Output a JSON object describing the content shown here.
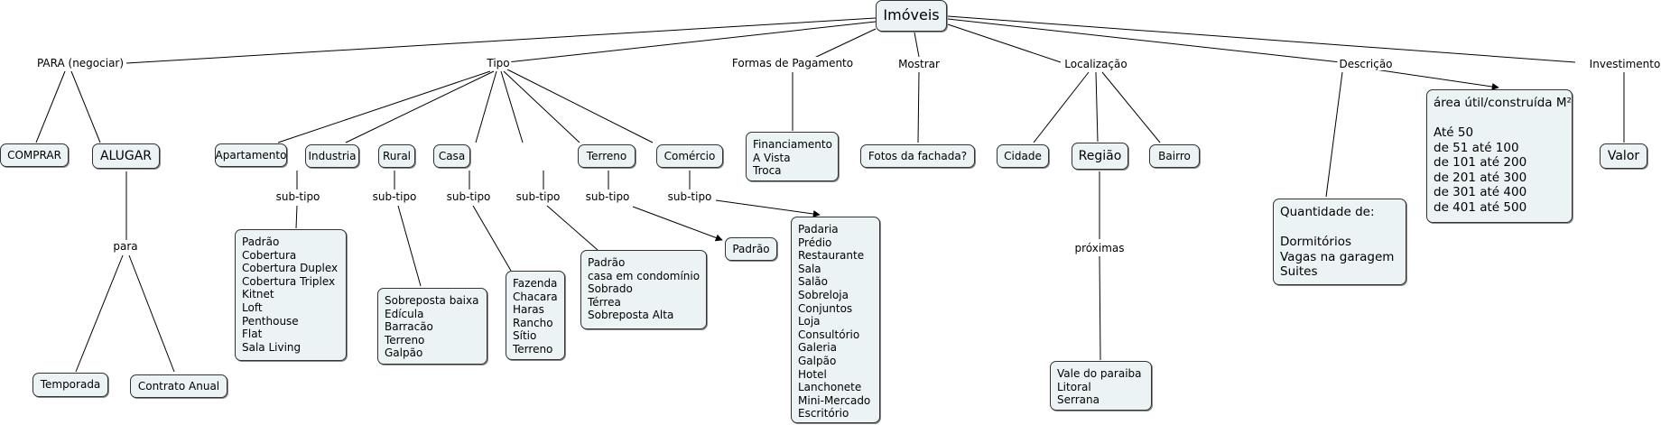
{
  "root": "Imóveis",
  "links": {
    "para_negociar": "PARA (negociar)",
    "tipo": "Tipo",
    "formas_pagamento": "Formas de Pagamento",
    "mostrar": "Mostrar",
    "localizacao": "Localização",
    "descricao": "Descrição",
    "investimento": "Investimento",
    "para": "para",
    "proximas": "próximas",
    "subtipo": "sub-tipo"
  },
  "negociar": {
    "comprar": "COMPRAR",
    "alugar": "ALUGAR",
    "temporada": "Temporada",
    "contrato_anual": "Contrato Anual"
  },
  "tipos": {
    "apartamento": "Apartamento",
    "industria": "Industria",
    "rural": "Rural",
    "casa": "Casa",
    "terreno": "Terreno",
    "comercio": "Comércio"
  },
  "subtipos": {
    "apartamento": "Padrão\nCobertura\nCobertura Duplex\nCobertura Triplex\nKitnet\nLoft\nPenthouse\nFlat\nSala Living",
    "industria": "Sobreposta baixa\nEdícula\nBarracão\nTerreno\nGalpão",
    "rural": "Fazenda\nChacara\nHaras\nRancho\nSítio\nTerreno",
    "casa": "Padrão\ncasa em condomínio\nSobrado\nTérrea\nSobreposta Alta",
    "terreno": "Padrão",
    "comercio": "Padaria\nPrédio\nRestaurante\nSala\nSalão\nSobreloja\nConjuntos\nLoja\nConsultório\nGaleria\nGalpão\nHotel\nLanchonete\nMini-Mercado\nEscritório"
  },
  "pagamento": "Financiamento\nA Vista\nTroca",
  "mostrar": "Fotos da fachada?",
  "localizacao": {
    "cidade": "Cidade",
    "regiao": "Região",
    "bairro": "Bairro",
    "regioes_proximas": "Vale do paraiba\nLitoral\nSerrana"
  },
  "descricao": {
    "quantidade": "Quantidade de:\n\nDormitórios\nVagas na garagem\nSuites",
    "area": "área útil/construída M²\n\nAté 50\nde 51 até 100\nde 101 até 200\nde 201 até 300\nde 301 até 400\nde 401 até 500"
  },
  "investimento": {
    "valor": "Valor"
  },
  "colors": {
    "node_fill": "#ebf3f5",
    "border": "#333333",
    "line": "#000000"
  }
}
